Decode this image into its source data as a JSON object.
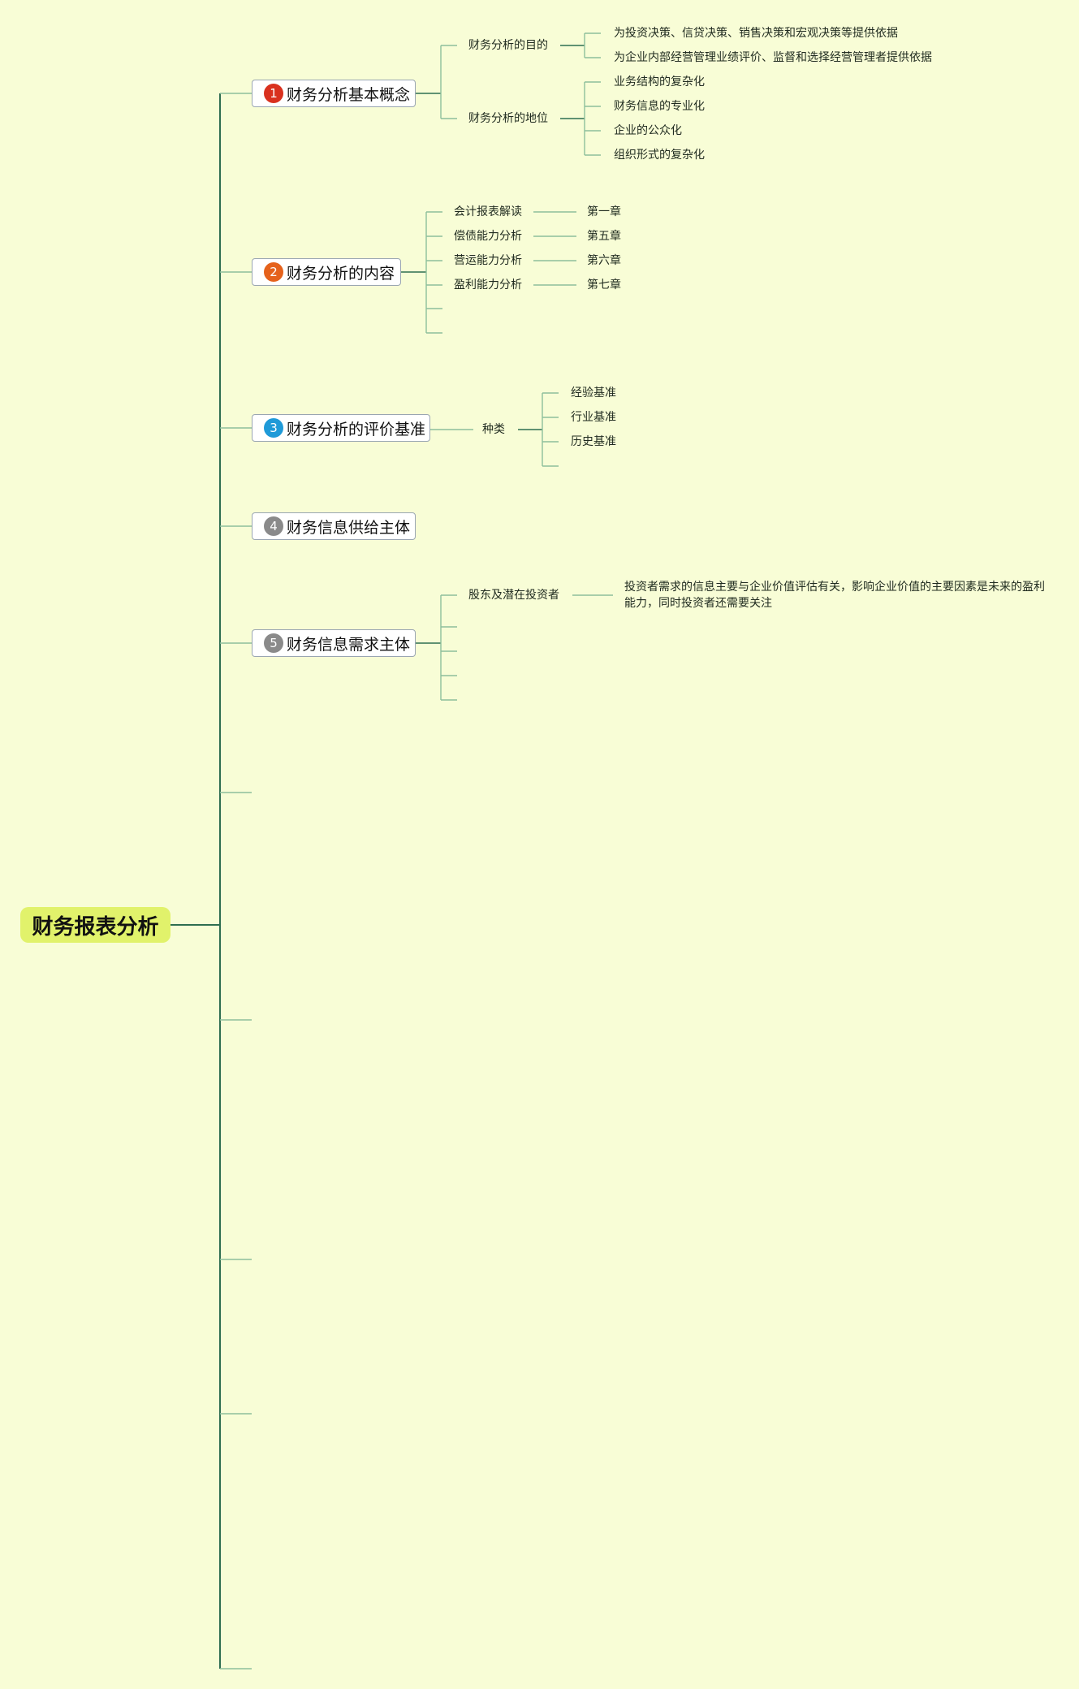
{
  "root": {
    "label": "财务报表分析"
  },
  "topics": [
    {
      "label": "财务分析基本概念",
      "badge": "1",
      "badge_color": "#d9311e",
      "children": [
        {
          "label": "财务分析的目的",
          "children": [
            "为投资决策、信贷决策、销售决策和宏观决策等提供依据",
            "为企业内部经营管理业绩评价、监督和选择经营管理者提供依据"
          ]
        },
        {
          "label": "财务分析的地位",
          "children": [
            "业务结构的复杂化",
            "财务信息的专业化",
            "企业的公众化",
            "组织形式的复杂化"
          ]
        }
      ]
    },
    {
      "label": "财务分析的内容",
      "badge": "2",
      "badge_color": "#e5621c",
      "children": [
        {
          "label": "会计报表解读",
          "children": [
            "第一章"
          ]
        },
        {
          "label": "偿债能力分析",
          "children": [
            "第五章"
          ]
        },
        {
          "label": "营运能力分析",
          "children": [
            "第六章"
          ]
        },
        {
          "label": "盈利能力分析",
          "children": [
            "第七章"
          ]
        },
        {
          "label": "",
          "children": []
        },
        {
          "label": "",
          "children": []
        }
      ]
    },
    {
      "label": "财务分析的评价基准",
      "badge": "3",
      "badge_color": "#1f9ad8",
      "children": [
        {
          "label": "种类",
          "children": [
            "经验基准",
            "行业基准",
            "历史基准",
            ""
          ]
        }
      ]
    },
    {
      "label": "财务信息供给主体",
      "badge": "4",
      "badge_color": "#8a8a8a",
      "children": []
    },
    {
      "label": "财务信息需求主体",
      "badge": "5",
      "badge_color": "#8a8a8a",
      "children": [
        {
          "label": "股东及潜在投资者",
          "children": [
            "投资者需求的信息主要与企业价值评估有关，影响企业价值的主要因素是未来的盈利能力，同时投资者还需要关注"
          ]
        },
        {
          "label": "",
          "children": []
        },
        {
          "label": "",
          "children": []
        },
        {
          "label": "",
          "children": []
        },
        {
          "label": "",
          "children": []
        }
      ]
    }
  ],
  "colors": {
    "line": "#8dbf9c",
    "line_dark": "#2e6e50",
    "background": "#f8fdd6",
    "root_fill": "#e1f26b"
  }
}
